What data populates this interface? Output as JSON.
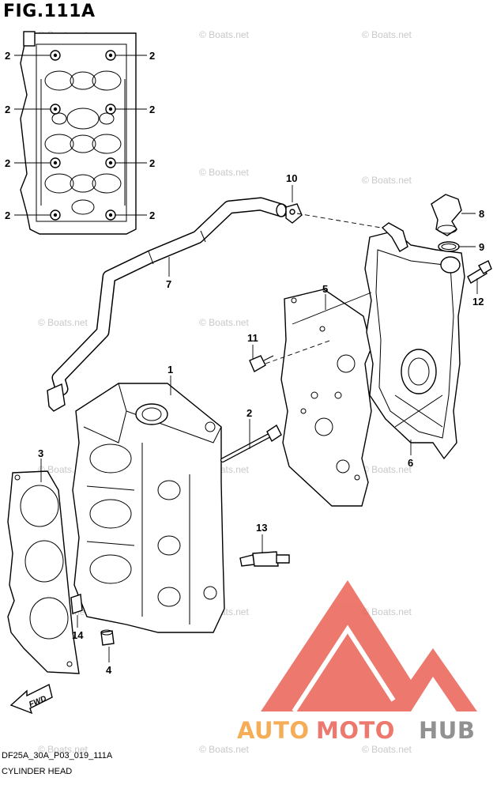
{
  "figure_title": "FIG.111A",
  "diagram_code": "DF25A_30A_P03_019_111A",
  "diagram_name": "CYLINDER HEAD",
  "watermark_text": "© Boats.net",
  "fwd_label": "FWD",
  "brand": {
    "part1": "AUTO",
    "part2": "MOTO",
    "part3": "HUB",
    "color_red": "#e95b4f",
    "color_orange": "#f39c33",
    "color_gray": "#7a7a7a"
  },
  "callouts": {
    "c1": "1",
    "c2": "2",
    "c3": "3",
    "c4": "4",
    "c5": "5",
    "c6": "6",
    "c7": "7",
    "c8": "8",
    "c9": "9",
    "c10": "10",
    "c11": "11",
    "c12": "12",
    "c13": "13",
    "c14": "14",
    "inset_bolt": "2"
  }
}
